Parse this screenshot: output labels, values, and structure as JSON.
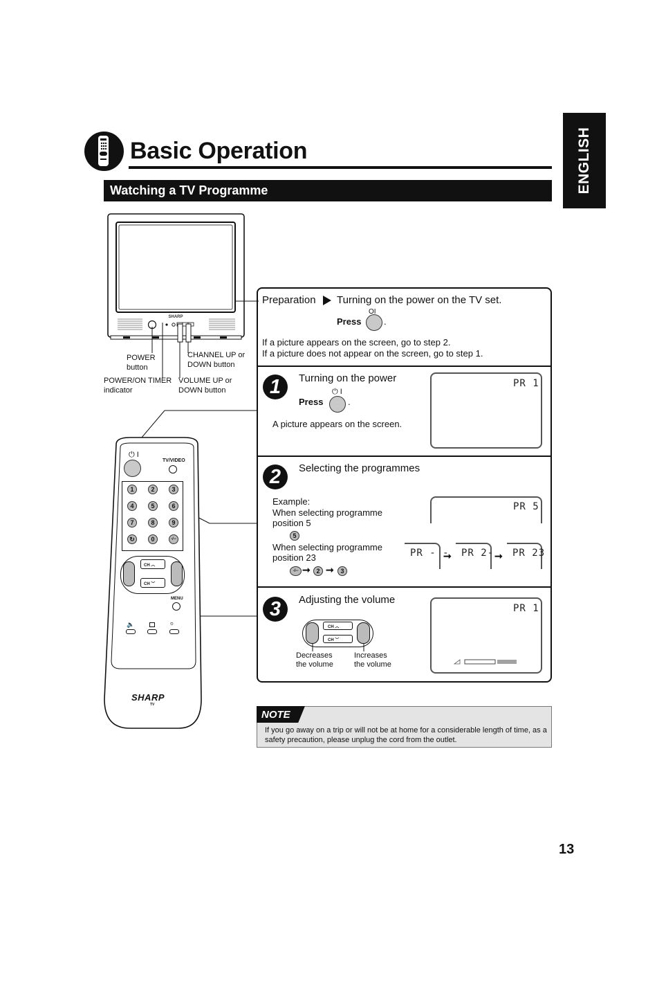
{
  "header": {
    "title": "Basic Operation",
    "section": "Watching a TV Programme",
    "language_tab": "ENGLISH",
    "icon": "remote-control-icon"
  },
  "tv_diagram": {
    "brand": "SHARP",
    "callouts": {
      "power_button": "POWER\nbutton",
      "channel_button": "CHANNEL UP or\nDOWN button",
      "power_timer_indicator": "POWER/ON TIMER\nindicator",
      "volume_button": "VOLUME UP or\nDOWN button"
    }
  },
  "remote": {
    "brand": "SHARP",
    "sub_brand": "TV",
    "power_symbol": "⏻ I",
    "tvvideo_label": "TV/VIDEO",
    "digits": [
      "1",
      "2",
      "3",
      "4",
      "5",
      "6",
      "7",
      "8",
      "9",
      "0"
    ],
    "ch_label": "CH",
    "menu_label": "MENU"
  },
  "preparation": {
    "label": "Preparation",
    "title": "Turning on the power on the TV set.",
    "press_label": "Press",
    "symbol": "OI",
    "lines": [
      "If a picture appears on the screen, go to step 2.",
      "If a picture does not appear on the screen, go to step 1."
    ]
  },
  "steps": [
    {
      "number": "1",
      "title": "Turning on the power",
      "press_label": "Press",
      "symbol": "⏻ I",
      "description": "A picture appears on the screen.",
      "screen": "PR  1"
    },
    {
      "number": "2",
      "title": "Selecting the programmes",
      "example_label": "Example:",
      "example1": "When selecting programme\nposition 5",
      "example1_key": "5",
      "example1_screen": "PR  5",
      "example2": "When selecting programme\nposition 23",
      "example2_keys": [
        "-/--",
        "2",
        "3"
      ],
      "example2_screens": [
        "PR  - -",
        "PR  2-",
        "PR  23"
      ]
    },
    {
      "number": "3",
      "title": "Adjusting the volume",
      "decrease_label": "Decreases\nthe volume",
      "increase_label": "Increases\nthe volume",
      "ch_label": "CH",
      "screen": "PR  1"
    }
  ],
  "note": {
    "label": "NOTE",
    "text": "If you go away on a trip or will not be at home for a considerable length of time, as a safety precaution, please unplug the cord from the outlet."
  },
  "page_number": "13"
}
